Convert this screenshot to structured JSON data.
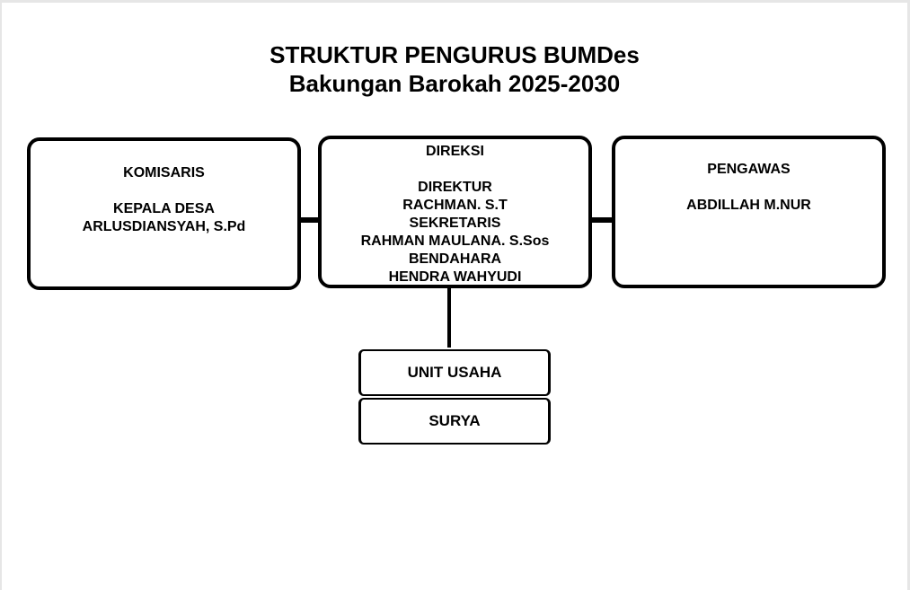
{
  "header": {
    "title_line1": "STRUKTUR PENGURUS BUMDes",
    "title_line2": "Bakungan Barokah 2025-2030"
  },
  "komisaris": {
    "heading": "KOMISARIS",
    "role": "KEPALA DESA",
    "name": "ARLUSDIANSYAH, S.Pd"
  },
  "direksi": {
    "heading": "DIREKSI",
    "members": [
      {
        "role": "DIREKTUR",
        "name": "RACHMAN. S.T"
      },
      {
        "role": "SEKRETARIS",
        "name": "RAHMAN MAULANA. S.Sos"
      },
      {
        "role": "BENDAHARA",
        "name": "HENDRA WAHYUDI"
      }
    ]
  },
  "pengawas": {
    "heading": "PENGAWAS",
    "name": "ABDILLAH M.NUR"
  },
  "unit_usaha": {
    "heading": "UNIT USAHA",
    "name": "SURYA"
  },
  "colors": {
    "stroke": "#000000",
    "background": "#ffffff"
  }
}
